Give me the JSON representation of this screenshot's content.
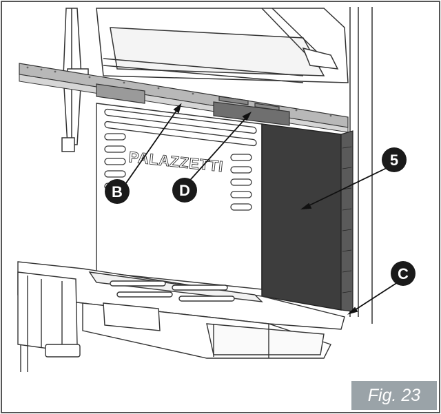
{
  "figure": {
    "label": "Fig. 23"
  },
  "brand": {
    "text": "PALAZZETTI"
  },
  "callouts": [
    {
      "id": "B",
      "label": "B"
    },
    {
      "id": "D",
      "label": "D"
    },
    {
      "id": "5",
      "label": "5"
    },
    {
      "id": "C",
      "label": "C"
    }
  ],
  "colors": {
    "line": "#333333",
    "panel_dark": "#3d3d3d",
    "rail_gray": "#b8b8b8",
    "callout_fill": "#1a1a1a",
    "fig_label_bg": "#9aa3a8",
    "border": "#555555"
  }
}
